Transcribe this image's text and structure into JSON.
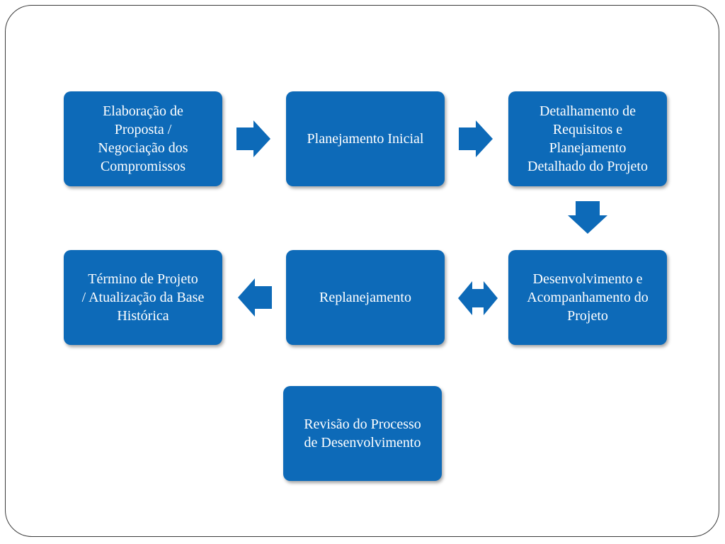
{
  "slide": {
    "boxes": [
      {
        "id": "elaboracao",
        "label": "Elaboração de\nProposta /\nNegociação dos\nCompromissos"
      },
      {
        "id": "planejamento-inicial",
        "label": "Planejamento Inicial"
      },
      {
        "id": "detalhamento",
        "label": "Detalhamento de\nRequisitos e\nPlanejamento\nDetalhado do Projeto"
      },
      {
        "id": "termino",
        "label": "Término de Projeto\n/ Atualização da Base\nHistórica"
      },
      {
        "id": "replanejamento",
        "label": "Replanejamento"
      },
      {
        "id": "desenvolvimento",
        "label": "Desenvolvimento e\nAcompanhamento do\nProjeto"
      },
      {
        "id": "revisao",
        "label": "Revisão do Processo\nde Desenvolvimento"
      }
    ],
    "arrows": [
      {
        "name": "arrow-right-1",
        "direction": "right"
      },
      {
        "name": "arrow-right-2",
        "direction": "right"
      },
      {
        "name": "arrow-down",
        "direction": "down"
      },
      {
        "name": "arrow-left-right",
        "direction": "both"
      },
      {
        "name": "arrow-left",
        "direction": "left"
      }
    ],
    "colors": {
      "box_fill": "#0d6ab8",
      "arrow_fill": "#0d6ab8",
      "text": "#ffffff",
      "frame": "#3a3a3a"
    }
  }
}
